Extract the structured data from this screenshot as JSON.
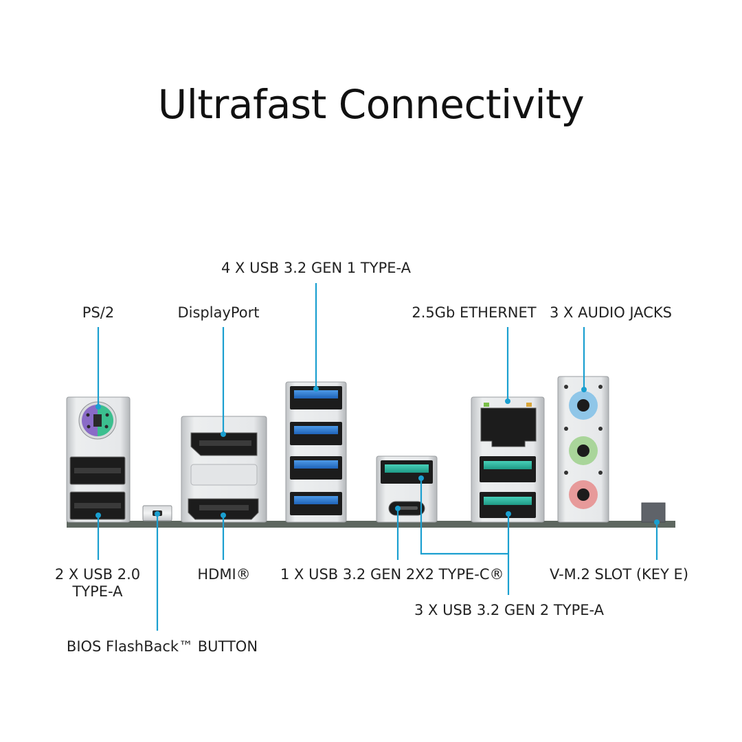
{
  "title": "Ultrafast Connectivity",
  "labels": {
    "usb32_gen1": "4 X USB 3.2 GEN 1 TYPE-A",
    "ps2": "PS/2",
    "displayport": "DisplayPort",
    "ethernet": "2.5Gb ETHERNET",
    "audio": "3 X AUDIO JACKS",
    "usb20_line1": "2 X USB 2.0",
    "usb20_line2": "TYPE-A",
    "hdmi": "HDMI®",
    "usbc": "1 X USB 3.2 GEN 2X2 TYPE-C®",
    "vm2": "V-M.2 SLOT (KEY E)",
    "usb32_gen2": "3 X USB 3.2 GEN 2 TYPE-A",
    "bios": "BIOS FlashBack™ BUTTON"
  },
  "colors": {
    "callout_line": "#1a9fd0",
    "usb3_gen1_blue": "#2e7fd6",
    "usb3_gen2_teal": "#2fb8a4",
    "ps2_purple": "#8a6bc7",
    "ps2_green": "#3cbf8f",
    "audio_blue": "#8fc6e8",
    "audio_green": "#a9d59a",
    "audio_pink": "#e79a9a"
  }
}
